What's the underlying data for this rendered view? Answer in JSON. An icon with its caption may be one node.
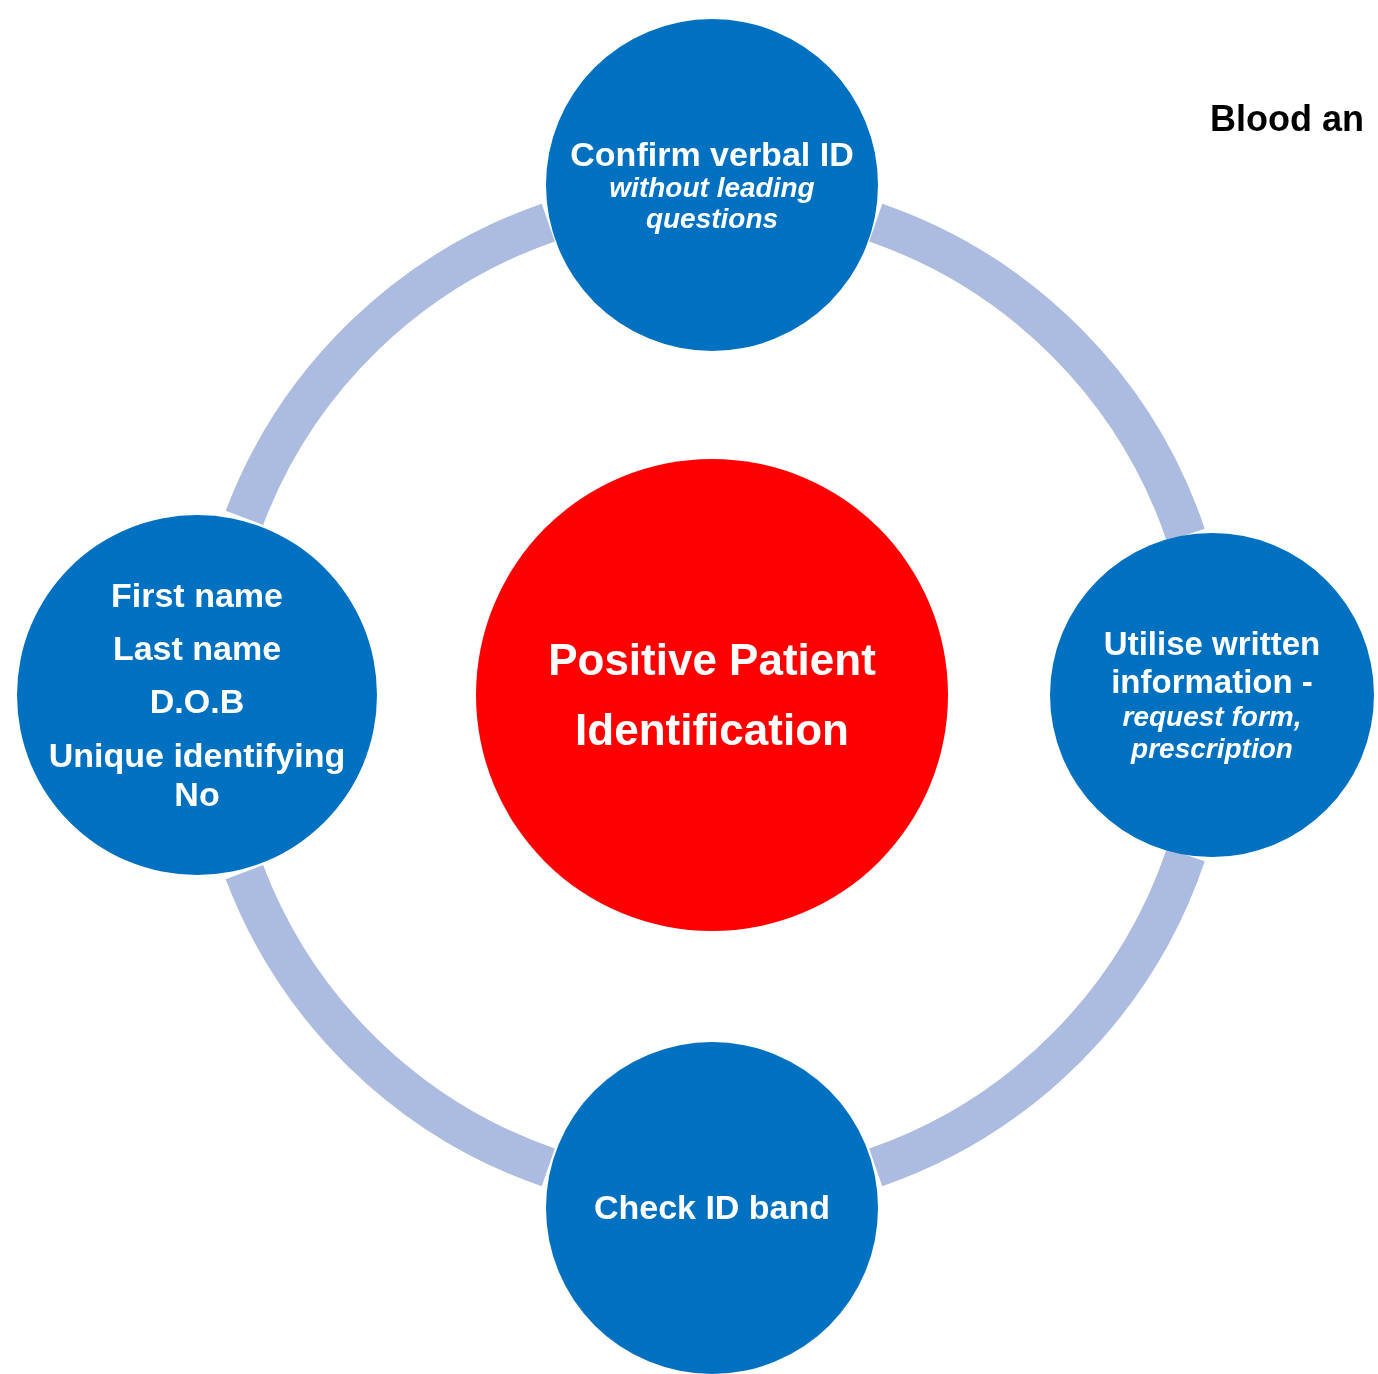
{
  "diagram": {
    "nodes": [
      {
        "text": [
          "Positive Patient Identification"
        ]
      },
      {
        "text": [
          "Confirm verbal ID",
          "without leading questions"
        ]
      },
      {
        "text": [
          "Utilise written information -",
          "request form, prescription"
        ]
      },
      {
        "text": [
          "Check ID band"
        ]
      },
      {
        "text": [
          "First name",
          "Last name",
          "D.O.B",
          "Unique identifying No"
        ]
      }
    ],
    "edges": [
      {
        "from": 1,
        "to": 2,
        "arrow": "none"
      },
      {
        "from": 2,
        "to": 3,
        "arrow": "none"
      },
      {
        "from": 3,
        "to": 4,
        "arrow": "none"
      },
      {
        "from": 4,
        "to": 1,
        "arrow": "none"
      }
    ],
    "labels": [
      "Blood an"
    ]
  }
}
